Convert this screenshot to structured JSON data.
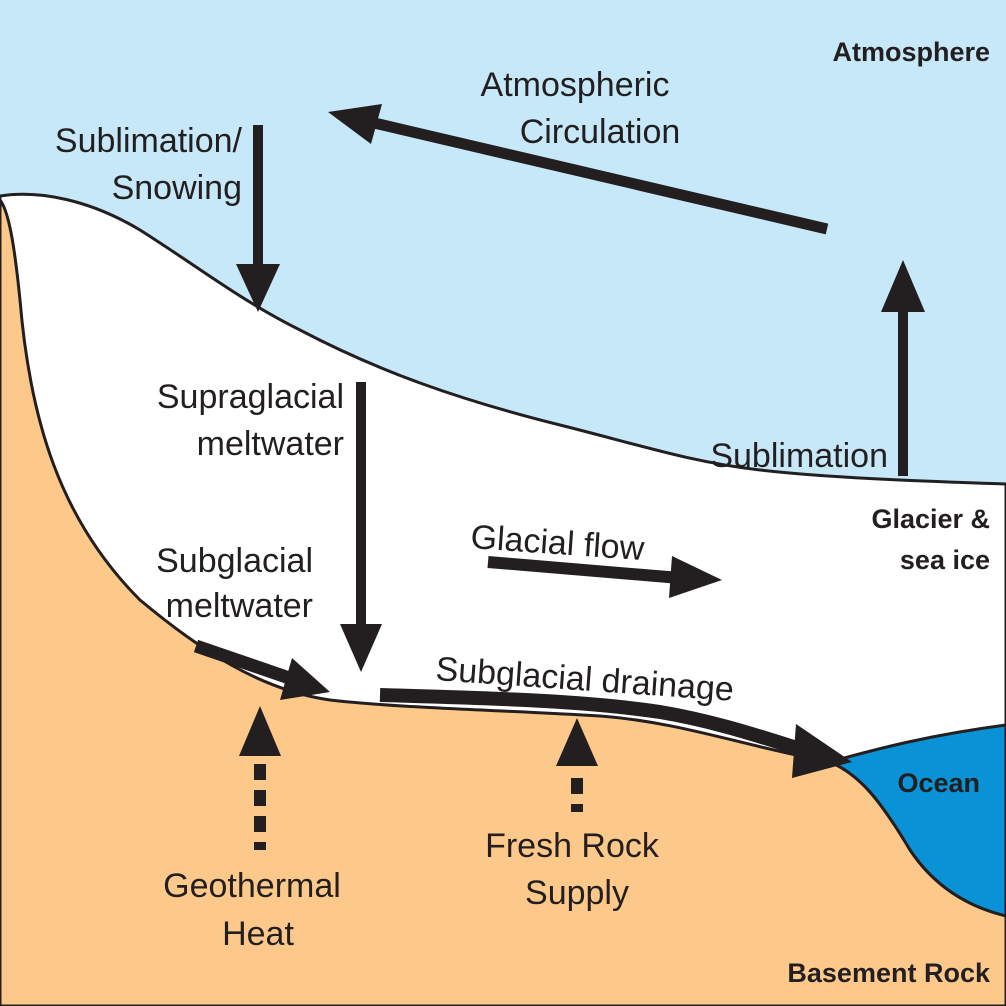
{
  "title": "Glacial hydrological and sediment cycle",
  "colors": {
    "atmosphere": "#c6e8f8",
    "glacier": "#ffffff",
    "basement_rock": "#fdc98a",
    "ocean": "#0a92d6",
    "ink": "#231f20"
  },
  "regions": {
    "atmosphere": "Atmosphere",
    "glacier_line1": "Glacier &",
    "glacier_line2": "sea ice",
    "ocean": "Ocean",
    "basement_rock": "Basement Rock"
  },
  "processes": {
    "sublimation_snowing_line1": "Sublimation/",
    "sublimation_snowing_line2": "Snowing",
    "atmospheric_circulation_line1": "Atmospheric",
    "atmospheric_circulation_line2": "Circulation",
    "sublimation": "Sublimation",
    "supraglacial_line1": "Supraglacial",
    "supraglacial_line2": "meltwater",
    "subglacial_line1": "Subglacial",
    "subglacial_line2": "meltwater",
    "glacial_flow": "Glacial flow",
    "subglacial_drainage": "Subglacial drainage",
    "geothermal_line1": "Geothermal",
    "geothermal_line2": "Heat",
    "fresh_rock_line1": "Fresh Rock",
    "fresh_rock_line2": "Supply"
  },
  "arrows": [
    {
      "name": "sublimation-snowing-arrow",
      "direction": "down",
      "style": "solid"
    },
    {
      "name": "atmospheric-circulation-arrow",
      "direction": "left",
      "style": "solid"
    },
    {
      "name": "sublimation-arrow",
      "direction": "up",
      "style": "solid"
    },
    {
      "name": "supraglacial-meltwater-arrow",
      "direction": "down",
      "style": "solid"
    },
    {
      "name": "subglacial-meltwater-arrow",
      "direction": "down-right",
      "style": "solid"
    },
    {
      "name": "glacial-flow-arrow",
      "direction": "right",
      "style": "solid"
    },
    {
      "name": "subglacial-drainage-arrow",
      "direction": "right",
      "style": "solid"
    },
    {
      "name": "geothermal-heat-arrow",
      "direction": "up",
      "style": "dashed"
    },
    {
      "name": "fresh-rock-supply-arrow",
      "direction": "up",
      "style": "dashed"
    }
  ]
}
